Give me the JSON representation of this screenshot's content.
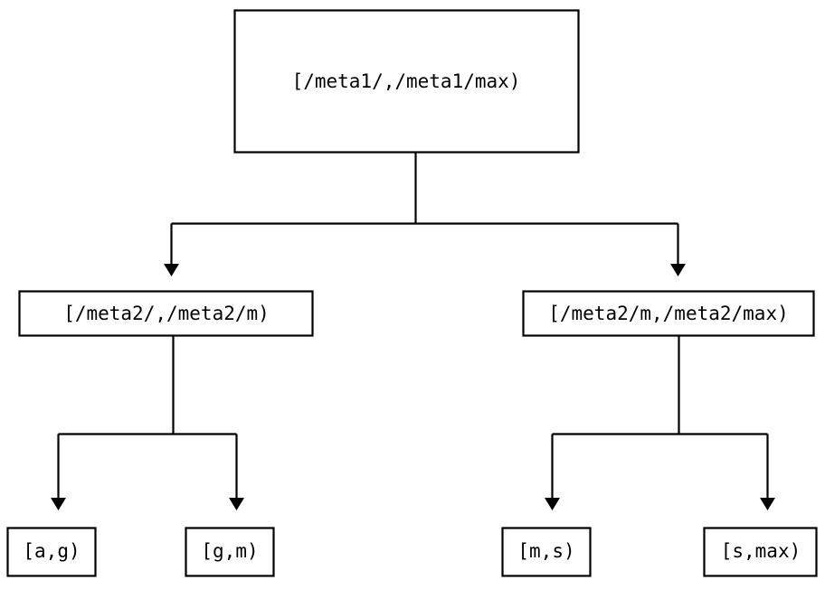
{
  "diagram": {
    "type": "tree",
    "title": "",
    "background_color": "#ffffff",
    "line_color": "#000000",
    "text_color": "#000000",
    "nodes": {
      "root": {
        "label": "[/meta1/,/meta1/max)",
        "level": 0
      },
      "mid_left": {
        "label": "[/meta2/,/meta2/m)",
        "level": 1
      },
      "mid_right": {
        "label": "[/meta2/m,/meta2/max)",
        "level": 1
      },
      "leaf_1": {
        "label": "[a,g)",
        "level": 2
      },
      "leaf_2": {
        "label": "[g,m)",
        "level": 2
      },
      "leaf_3": {
        "label": "[m,s)",
        "level": 2
      },
      "leaf_4": {
        "label": "[s,max)",
        "level": 2
      }
    },
    "edges": [
      {
        "from": "root",
        "to": "mid_left",
        "arrow": "down"
      },
      {
        "from": "root",
        "to": "mid_right",
        "arrow": "down"
      },
      {
        "from": "mid_left",
        "to": "leaf_1",
        "arrow": "down"
      },
      {
        "from": "mid_left",
        "to": "leaf_2",
        "arrow": "down"
      },
      {
        "from": "mid_right",
        "to": "leaf_3",
        "arrow": "down"
      },
      {
        "from": "mid_right",
        "to": "leaf_4",
        "arrow": "down"
      }
    ]
  }
}
